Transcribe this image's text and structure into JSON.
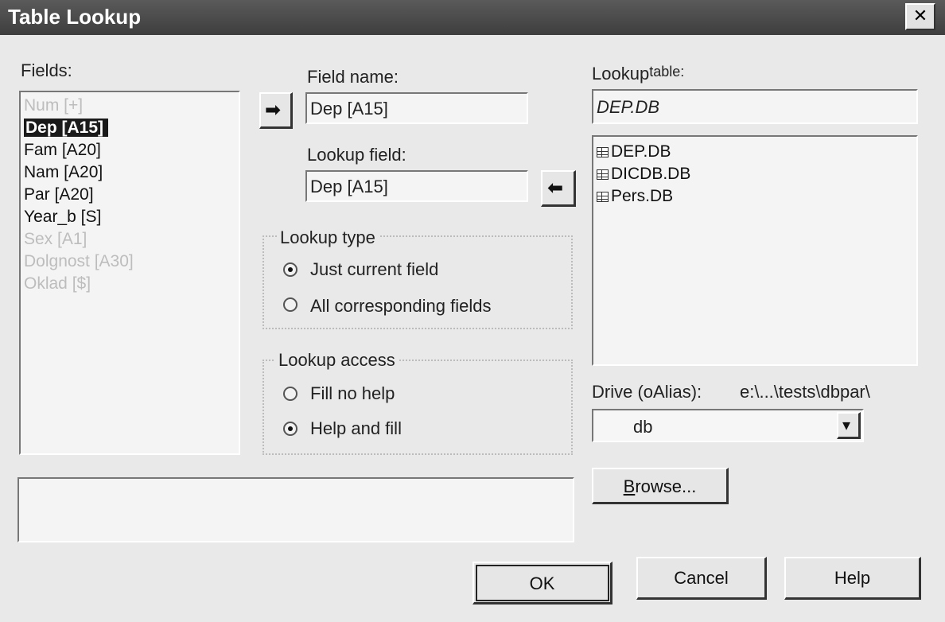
{
  "window": {
    "title": "Table Lookup",
    "close_glyph": "✕"
  },
  "fields": {
    "label": "Fields:",
    "items": [
      {
        "text": "Num [+]",
        "state": "disabled"
      },
      {
        "text": "Dep [A15]",
        "state": "selected"
      },
      {
        "text": "Fam [A20]",
        "state": "normal"
      },
      {
        "text": "Nam [A20]",
        "state": "normal"
      },
      {
        "text": "Par [A20]",
        "state": "normal"
      },
      {
        "text": "Year_b [S]",
        "state": "normal"
      },
      {
        "text": "Sex [A1]",
        "state": "disabled"
      },
      {
        "text": "Dolgnost [A30]",
        "state": "disabled"
      },
      {
        "text": "Oklad [$]",
        "state": "disabled"
      }
    ]
  },
  "field_name": {
    "label": "Field name:",
    "value": "Dep [A15]"
  },
  "lookup_field": {
    "label": "Lookup field:",
    "value": "Dep [A15]"
  },
  "arrows": {
    "right": "➡",
    "left": "⬅"
  },
  "lookup_type": {
    "legend": "Lookup type",
    "options": [
      {
        "label": "Just current field",
        "checked": true
      },
      {
        "label": "All corresponding fields",
        "checked": false
      }
    ]
  },
  "lookup_access": {
    "legend": "Lookup access",
    "options": [
      {
        "label": "Fill no help",
        "checked": false
      },
      {
        "label": "Help and fill",
        "checked": true
      }
    ]
  },
  "lookup_table": {
    "label_a": "Lookup",
    "label_b": "table:",
    "value": "DEP.DB",
    "tables": [
      "DEP.DB",
      "DICDB.DB",
      "Pers.DB"
    ]
  },
  "drive": {
    "label_a": "Drive (o",
    "label_b": "Alias):",
    "path": "e:\\...\\tests\\dbpar\\",
    "selected": "db",
    "dropdown_glyph": "▾"
  },
  "buttons": {
    "browse": "Browse...",
    "ok": "OK",
    "cancel": "Cancel",
    "help": "Help"
  }
}
